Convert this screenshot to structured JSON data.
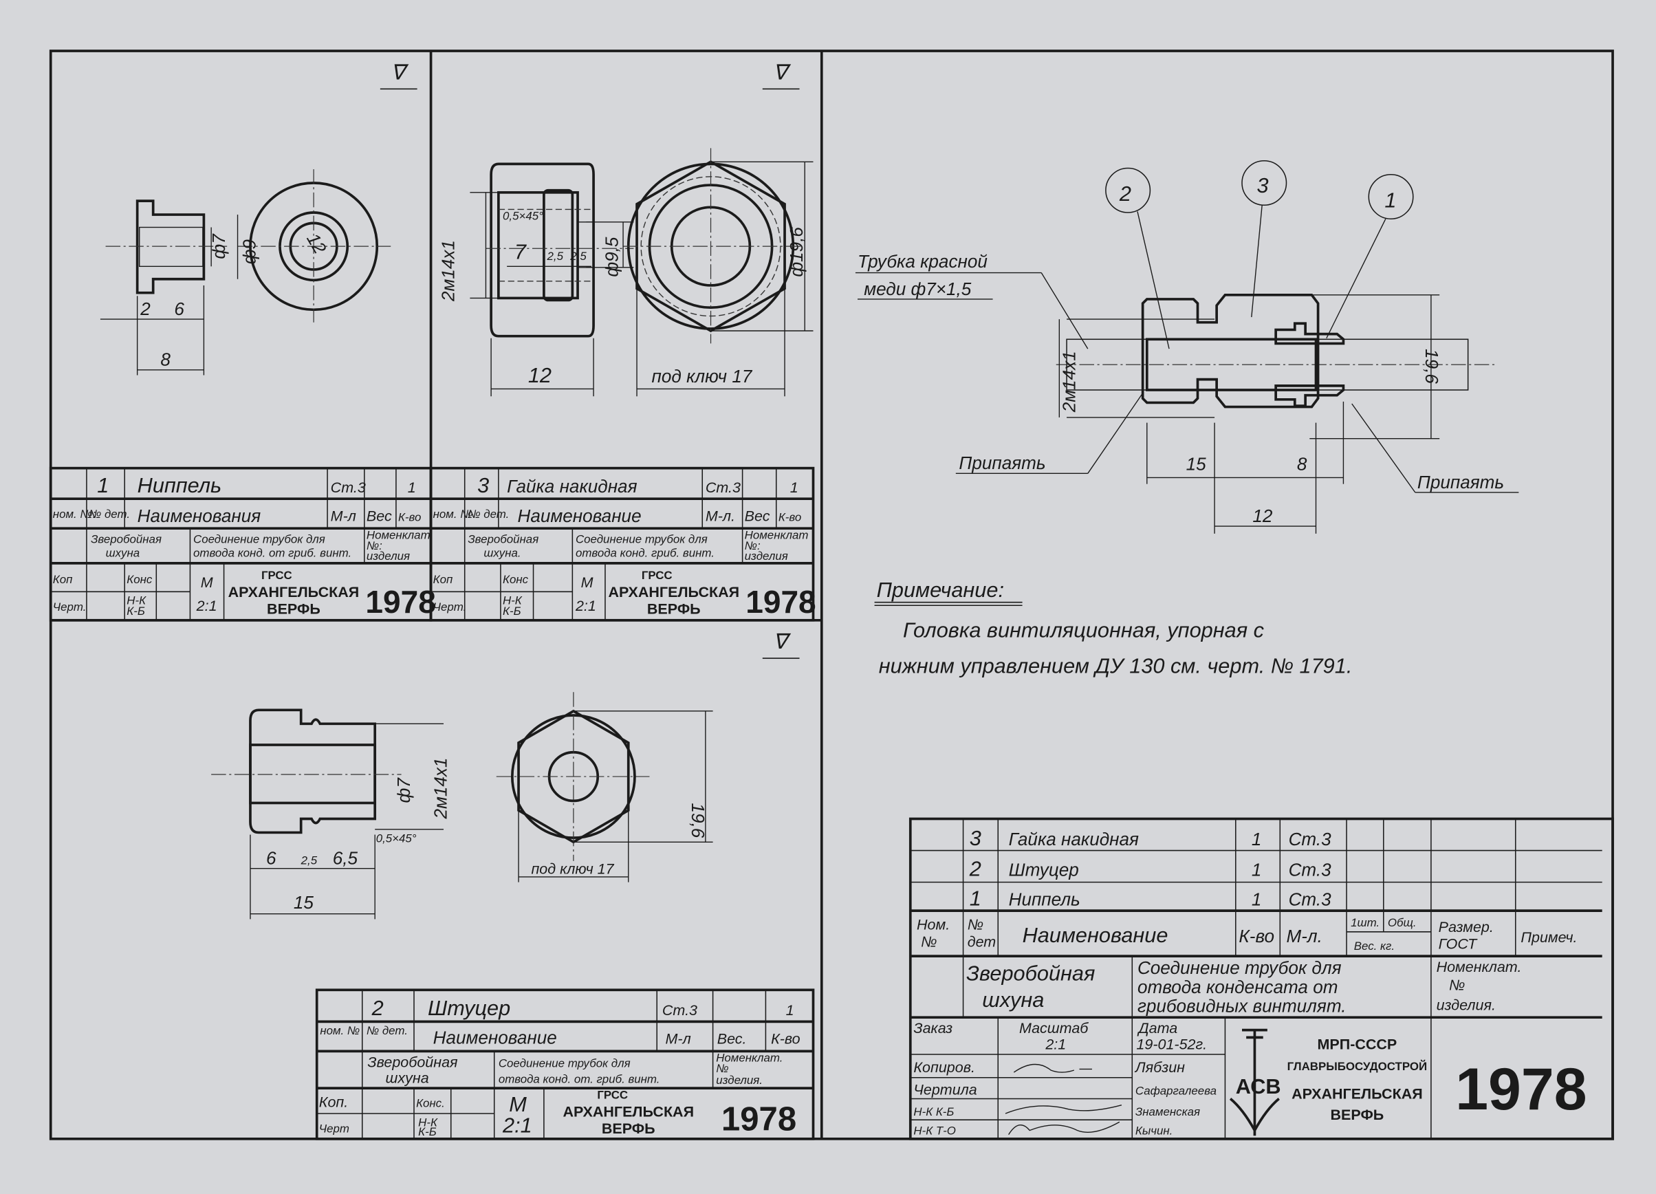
{
  "colors": {
    "paper": "#d6d7da",
    "ink": "#1b1b1b"
  },
  "surface_mark": "∇",
  "part1": {
    "dims": {
      "d_inner": "ф7",
      "d_outer": "ф9",
      "d_view": "12",
      "flange": "2",
      "body": "6",
      "length": "8"
    },
    "title_block": {
      "pos": "1",
      "name": "Ниппель",
      "material": "Ст.3",
      "qty": "1",
      "h_nom": "ном. №:",
      "h_det": "№ дет.",
      "h_name": "Наименования",
      "h_mat": "М-л",
      "h_weight": "Вес",
      "h_qty": "К-во",
      "vessel_1": "Зверобойная",
      "vessel_2": "шхуна",
      "title_1": "Соединение трубок для",
      "title_2": "отвода конд. от гриб. винт.",
      "nomen_1": "Номенклат.",
      "nomen_2": "№:",
      "nomen_3": "изделия",
      "kop": "Коп",
      "kons": "Конс",
      "chert": "Черт.",
      "nk": "Н-К",
      "kb": "К-Б",
      "scale_m": "М",
      "scale": "2:1",
      "org_1": "ГРСС",
      "org_2": "АРХАНГЕЛЬСКАЯ",
      "org_3": "ВЕРФЬ",
      "number": "1978"
    }
  },
  "part3": {
    "dims": {
      "thread": "2м14х1",
      "chamfer": "0,5×45°",
      "depth": "7",
      "groove1": "2,5",
      "groove2": "2,5",
      "bore": "ф9,5",
      "outer": "ф19,6",
      "length": "12",
      "wrench": "под ключ 17"
    },
    "title_block": {
      "pos": "3",
      "name": "Гайка накидная",
      "material": "Ст.3",
      "qty": "1",
      "h_nom": "ном. №",
      "h_det": "№ дет.",
      "h_name": "Наименование",
      "h_mat": "М-л.",
      "h_weight": "Вес",
      "h_qty": "К-во",
      "vessel_1": "Зверобойная",
      "vessel_2": "шхуна.",
      "title_1": "Соединение трубок для",
      "title_2": "отвода конд. гриб. винт.",
      "nomen_1": "Номенклат",
      "nomen_2": "№:",
      "nomen_3": "изделия",
      "kop": "Коп",
      "kons": "Конс",
      "chert": "Черт.",
      "nk": "Н-К",
      "kb": "К-Б",
      "scale_m": "М",
      "scale": "2:1",
      "org_1": "ГРСС",
      "org_2": "АРХАНГЕЛЬСКАЯ",
      "org_3": "ВЕРФЬ",
      "number": "1978"
    }
  },
  "part2": {
    "dims": {
      "bore": "ф7",
      "thread": "2м14х1",
      "outer": "19,6",
      "chamfer": "0,5×45°",
      "a": "6",
      "b": "2,5",
      "c": "6,5",
      "length": "15",
      "wrench": "под ключ 17"
    },
    "title_block": {
      "pos": "2",
      "name": "Штуцер",
      "material": "Ст.3",
      "qty": "1",
      "h_nom": "ном. №",
      "h_det": "№ дет.",
      "h_name": "Наименование",
      "h_mat": "М-л",
      "h_weight": "Вес.",
      "h_qty": "К-во",
      "vessel_1": "Зверобойная",
      "vessel_2": "шхуна",
      "title_1": "Соединение трубок для",
      "title_2": "отвода  конд. от. гриб. винт.",
      "nomen_1": "Номенклат.",
      "nomen_2": "№",
      "nomen_3": "изделия.",
      "kop": "Коп.",
      "kons": "Конс.",
      "chert": "Черт",
      "nk": "Н-К",
      "kb": "К-Б",
      "scale_m": "М",
      "scale": "2:1",
      "org_1": "ГРСС",
      "org_2": "АРХАНГЕЛЬСКАЯ",
      "org_3": "ВЕРФЬ",
      "number": "1978"
    }
  },
  "assembly": {
    "balloons": [
      "2",
      "3",
      "1"
    ],
    "pipe_label_1": "Трубка красной",
    "pipe_label_2": "меди ф7×1,5",
    "thread": "2м14х1",
    "outer": "19,6",
    "dim_a": "15",
    "dim_b": "8",
    "dim_c": "12",
    "solder_left": "Припаять",
    "solder_right": "Припаять"
  },
  "note": {
    "heading": "Примечание:",
    "line1": "Головка  винтиляционная,  упорная  с",
    "line2": "нижним   управлением   ДУ 130  см. черт. № 1791."
  },
  "spec": {
    "rows": [
      {
        "pos": "3",
        "name": "Гайка накидная",
        "qty": "1",
        "material": "Ст.3"
      },
      {
        "pos": "2",
        "name": "Штуцер",
        "qty": "1",
        "material": "Ст.3"
      },
      {
        "pos": "1",
        "name": "Ниппель",
        "qty": "1",
        "material": "Ст.3"
      }
    ],
    "headers": {
      "nom_1": "Ном.",
      "nom_2": "№",
      "det_1": "№",
      "det_2": "дет",
      "name": "Наименование",
      "qty": "К-во",
      "mat": "М-л.",
      "w_one": "1шт.",
      "w_total": "Общ.",
      "weight": "Вес. кг.",
      "size_1": "Размер.",
      "size_2": "ГОСТ",
      "note": "Примеч."
    },
    "vessel_1": "Зверобойная",
    "vessel_2": "шхуна",
    "title_1": "Соединение трубок для",
    "title_2": "отвода конденсата от",
    "title_3": "грибовидных винтилят.",
    "nomen_1": "Номенклат.",
    "nomen_2": "№",
    "nomen_3": "изделия.",
    "order": "Заказ",
    "scale_label": "Масштаб",
    "scale": "2:1",
    "date_label": "Дата",
    "date": "19-01-52г.",
    "roles": [
      "Копиров.",
      "Чертила",
      "Н-К  К-Б",
      "Н-К  Т-О"
    ],
    "names": [
      "Лябзин",
      "Сафаргалеева",
      "Знаменская",
      "Кычин."
    ],
    "logo": "АСВ",
    "org_1": "МРП-СССР",
    "org_2": "ГЛАВРЫБОСУДОСТРОЙ",
    "org_3": "АРХАНГЕЛЬСКАЯ",
    "org_4": "ВЕРФЬ",
    "number": "1978"
  }
}
